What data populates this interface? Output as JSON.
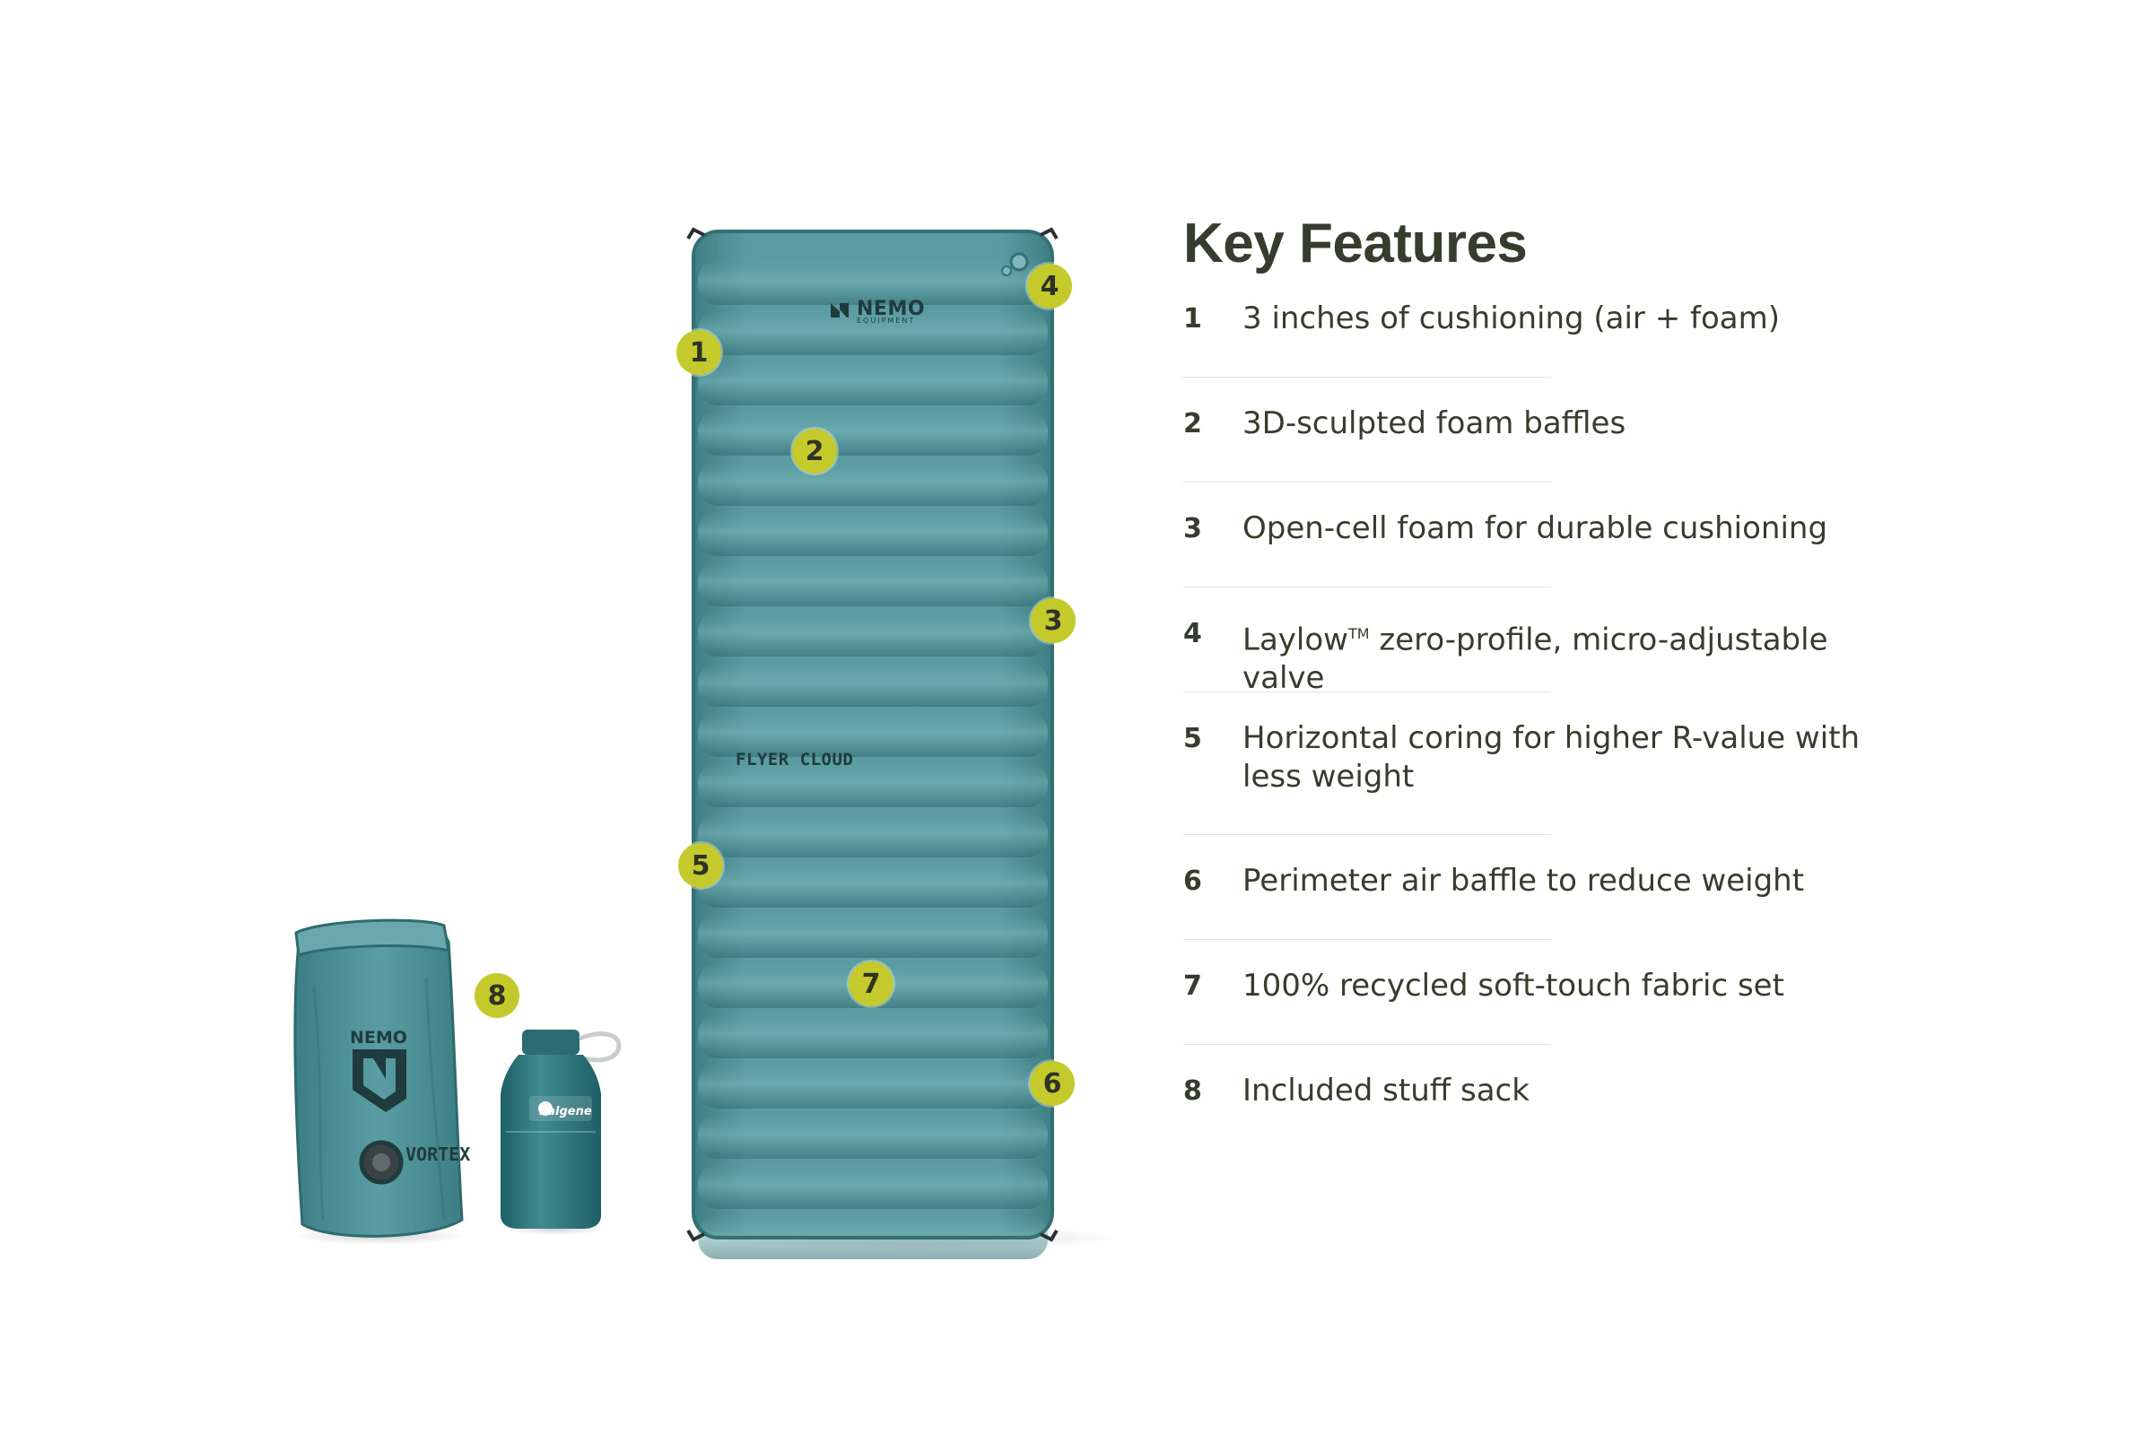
{
  "colors": {
    "badge": "#c5ca2c",
    "mat_teal": "#4f9196",
    "text_dark": "#373d2c",
    "divider": "#e2e2dc"
  },
  "product": {
    "mat_brand": "NEMO",
    "mat_brand_sub": "EQUIPMENT",
    "mat_model": "FLYER CLOUD",
    "sack_brand": "NEMO",
    "sack_name": "VORTEX",
    "bottle_brand": "nalgene"
  },
  "callouts": [
    "1",
    "2",
    "3",
    "4",
    "5",
    "6",
    "7",
    "8"
  ],
  "features": {
    "title": "Key Features",
    "items": [
      {
        "num": "1",
        "text": "3 inches of cushioning (air + foam)"
      },
      {
        "num": "2",
        "text": "3D-sculpted foam baffles"
      },
      {
        "num": "3",
        "text": "Open-cell foam for durable cushioning"
      },
      {
        "num": "4",
        "text_before": "Laylow",
        "text_tm": "TM",
        "text_after": " zero-profile, micro-adjustable valve"
      },
      {
        "num": "5",
        "text": "Horizontal coring for higher R-value with less weight"
      },
      {
        "num": "6",
        "text": "Perimeter air baffle to reduce weight"
      },
      {
        "num": "7",
        "text": "100% recycled soft-touch fabric set"
      },
      {
        "num": "8",
        "text": "Included stuff sack"
      }
    ]
  }
}
